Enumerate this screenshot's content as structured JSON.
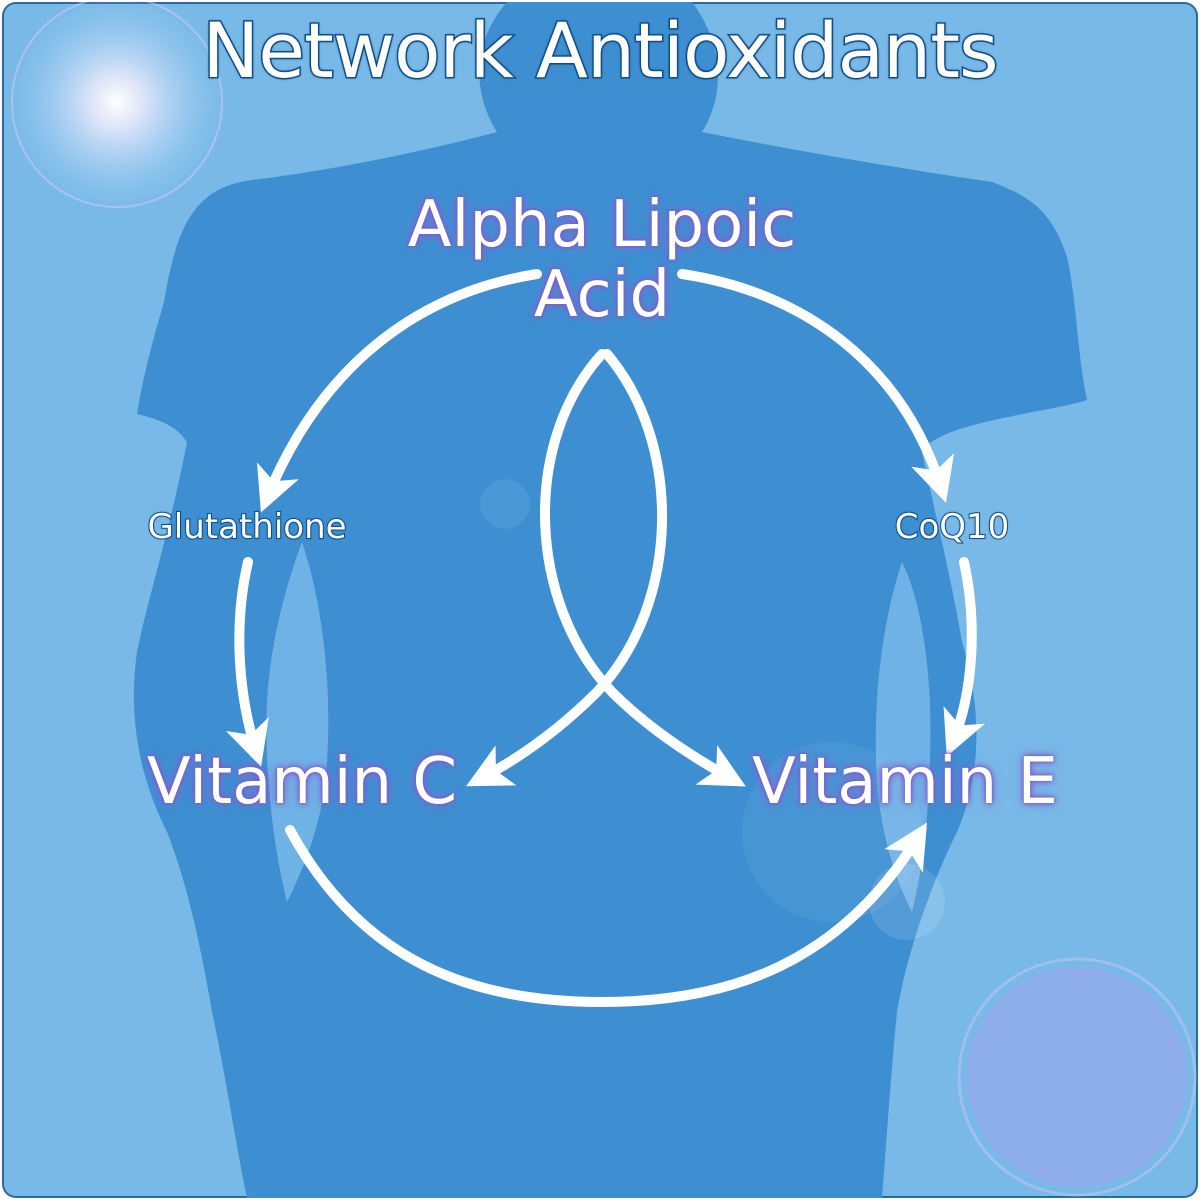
{
  "title": "Network Antioxidants",
  "nodes": {
    "alpha_lipoic_line1": "Alpha Lipoic",
    "alpha_lipoic_line2": "Acid",
    "glutathione": "Glutathione",
    "coq10": "CoQ10",
    "vitamin_c": "Vitamin C",
    "vitamin_e": "Vitamin E"
  },
  "colors": {
    "background": "#78b9e8",
    "silhouette": "#3d8fd2",
    "arrow": "#ffffff",
    "glow": "#8b6fd8",
    "title_outline": "#14548f"
  }
}
